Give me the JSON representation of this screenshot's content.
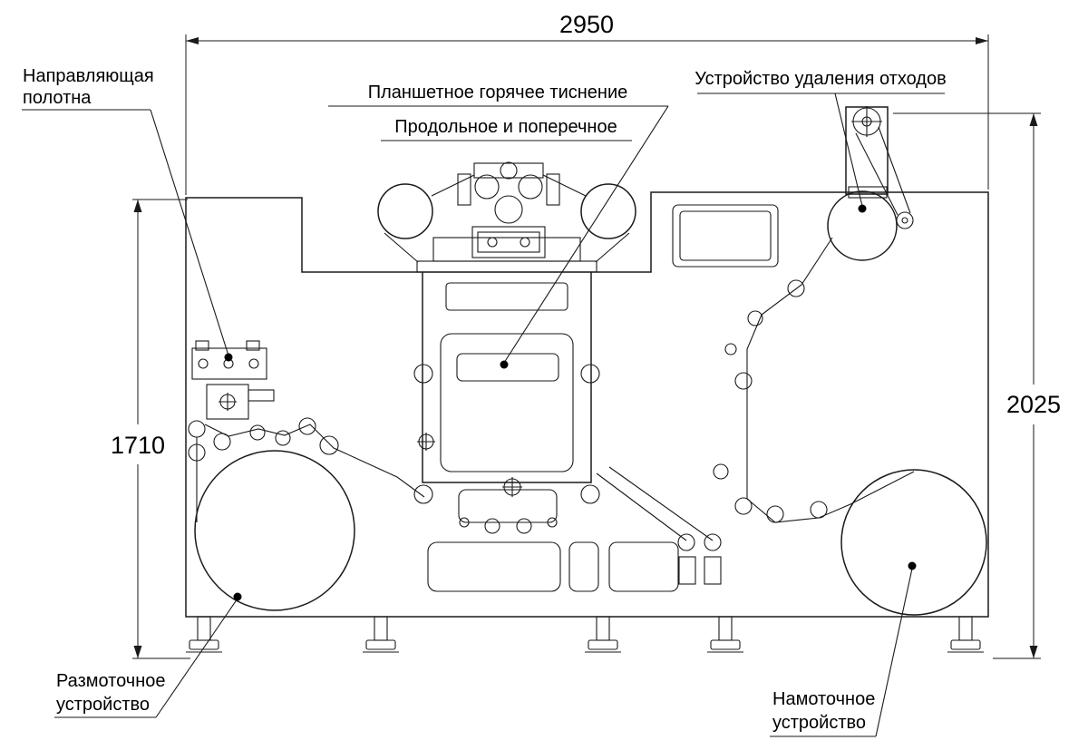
{
  "diagram": {
    "type": "technical-drawing",
    "language": "ru",
    "colors": {
      "line": "#1a1a1a",
      "background": "#ffffff"
    },
    "dimensions": {
      "overall_width": "2950",
      "overall_height": "2025",
      "frame_height": "1710"
    },
    "callouts": {
      "web_guide": {
        "line1": "Направляющая",
        "line2": "полотна"
      },
      "hot_stamping": {
        "line1": "Планшетное горячее тиснение",
        "line2": "Продольное и поперечное"
      },
      "waste_removal": {
        "label": "Устройство удаления отходов"
      },
      "unwinder": {
        "line1": "Размоточное",
        "line2": "устройство"
      },
      "rewinder": {
        "line1": "Намоточное",
        "line2": "устройство"
      }
    }
  }
}
